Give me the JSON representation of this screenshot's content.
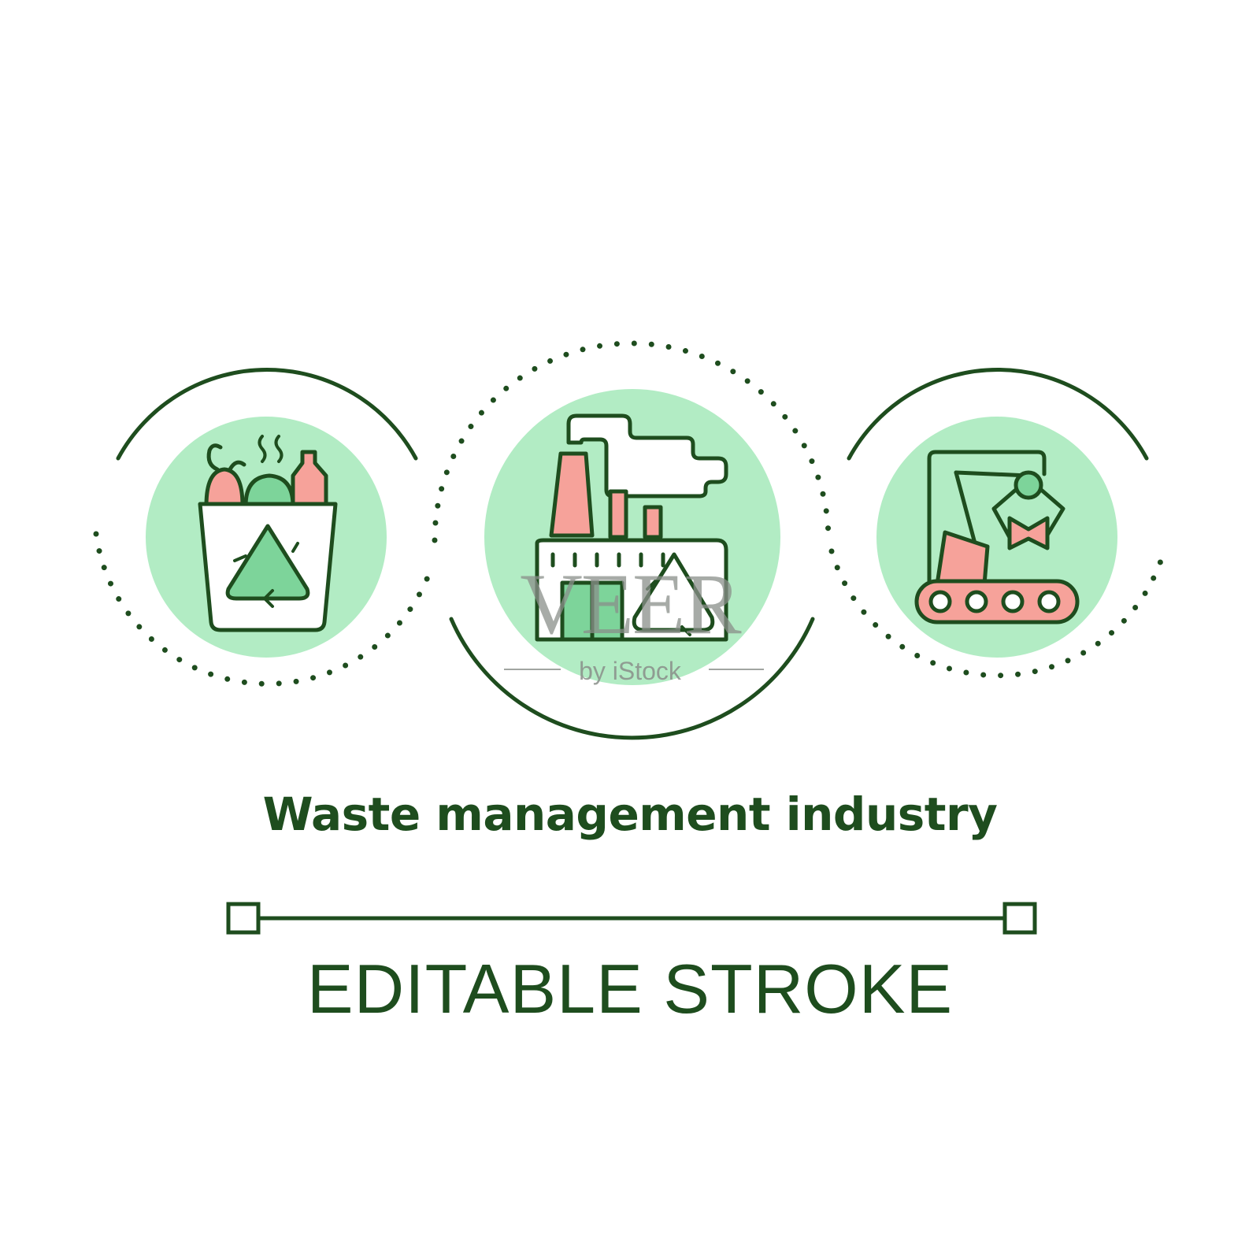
{
  "title": "Waste management industry",
  "subtitle": "EDITABLE STROKE",
  "watermark": {
    "brand": "VEER",
    "tagline": "by iStock"
  },
  "colors": {
    "stroke": "#1e4d1e",
    "circle_fill": "#b2ecc4",
    "accent_green": "#7dd49a",
    "accent_pink": "#f6a29a",
    "background": "#ffffff"
  },
  "icons": [
    "recycling-bin-icon",
    "recycling-factory-icon",
    "conveyor-sorting-icon"
  ]
}
